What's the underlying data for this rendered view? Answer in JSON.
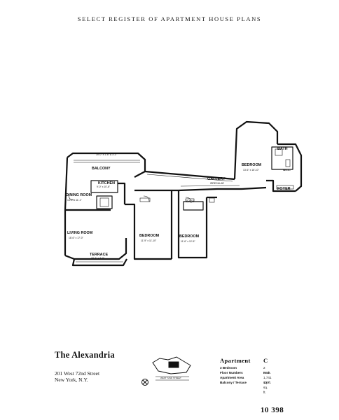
{
  "header": {
    "title": "SELECT REGISTER OF APARTMENT HOUSE PLANS"
  },
  "plan": {
    "rooms": {
      "balcony_top": {
        "name": "BALCONY",
        "dims": "19'-0\" x 1'-6\" & 3'-1\""
      },
      "kitchen": {
        "name": "KITCHEN",
        "dims": "9'-0\" x 10'-6\""
      },
      "dining": {
        "name": "DINING ROOM",
        "dims": "13'-0\" x 11'-1\""
      },
      "living": {
        "name": "LIVING ROOM",
        "dims": "18'-6\" x 17'-0\""
      },
      "terrace": {
        "name": "TERRACE",
        "dims": "18'-4\" x 3'-0\""
      },
      "bedroom1": {
        "name": "BEDROOM",
        "dims": "11'-9\" x 11'-10\""
      },
      "bedroom2": {
        "name": "BEDROOM",
        "dims": "11'-6\" x 12'-6\""
      },
      "gallery": {
        "name": "GALLERY",
        "dims": "IRREGULAR"
      },
      "bedroom3": {
        "name": "BEDROOM",
        "dims": "13'-6\" x 16'-10\""
      },
      "bath": {
        "name": "BATH"
      },
      "wic": {
        "name": "W.I.C."
      },
      "foyer": {
        "name": "FOYER"
      },
      "bath_small": {
        "name": "BATH"
      }
    }
  },
  "footer": {
    "building_name": "The Alexandria",
    "address_line1": "201 West 72nd Street",
    "address_line2": "New York, N.Y.",
    "apartment_label": "Apartment",
    "apartment_value": "C",
    "facts": [
      {
        "label": "3  Bedroom",
        "value": "2  Bath"
      },
      {
        "label": "Floor Numbers",
        "value": "Pent."
      },
      {
        "label": "Apartment Area",
        "value": "1,741 sq. ft."
      },
      {
        "label": "Balcony / Terrace",
        "value": "109 sq. ft."
      }
    ]
  },
  "page": {
    "number": "10  398"
  }
}
